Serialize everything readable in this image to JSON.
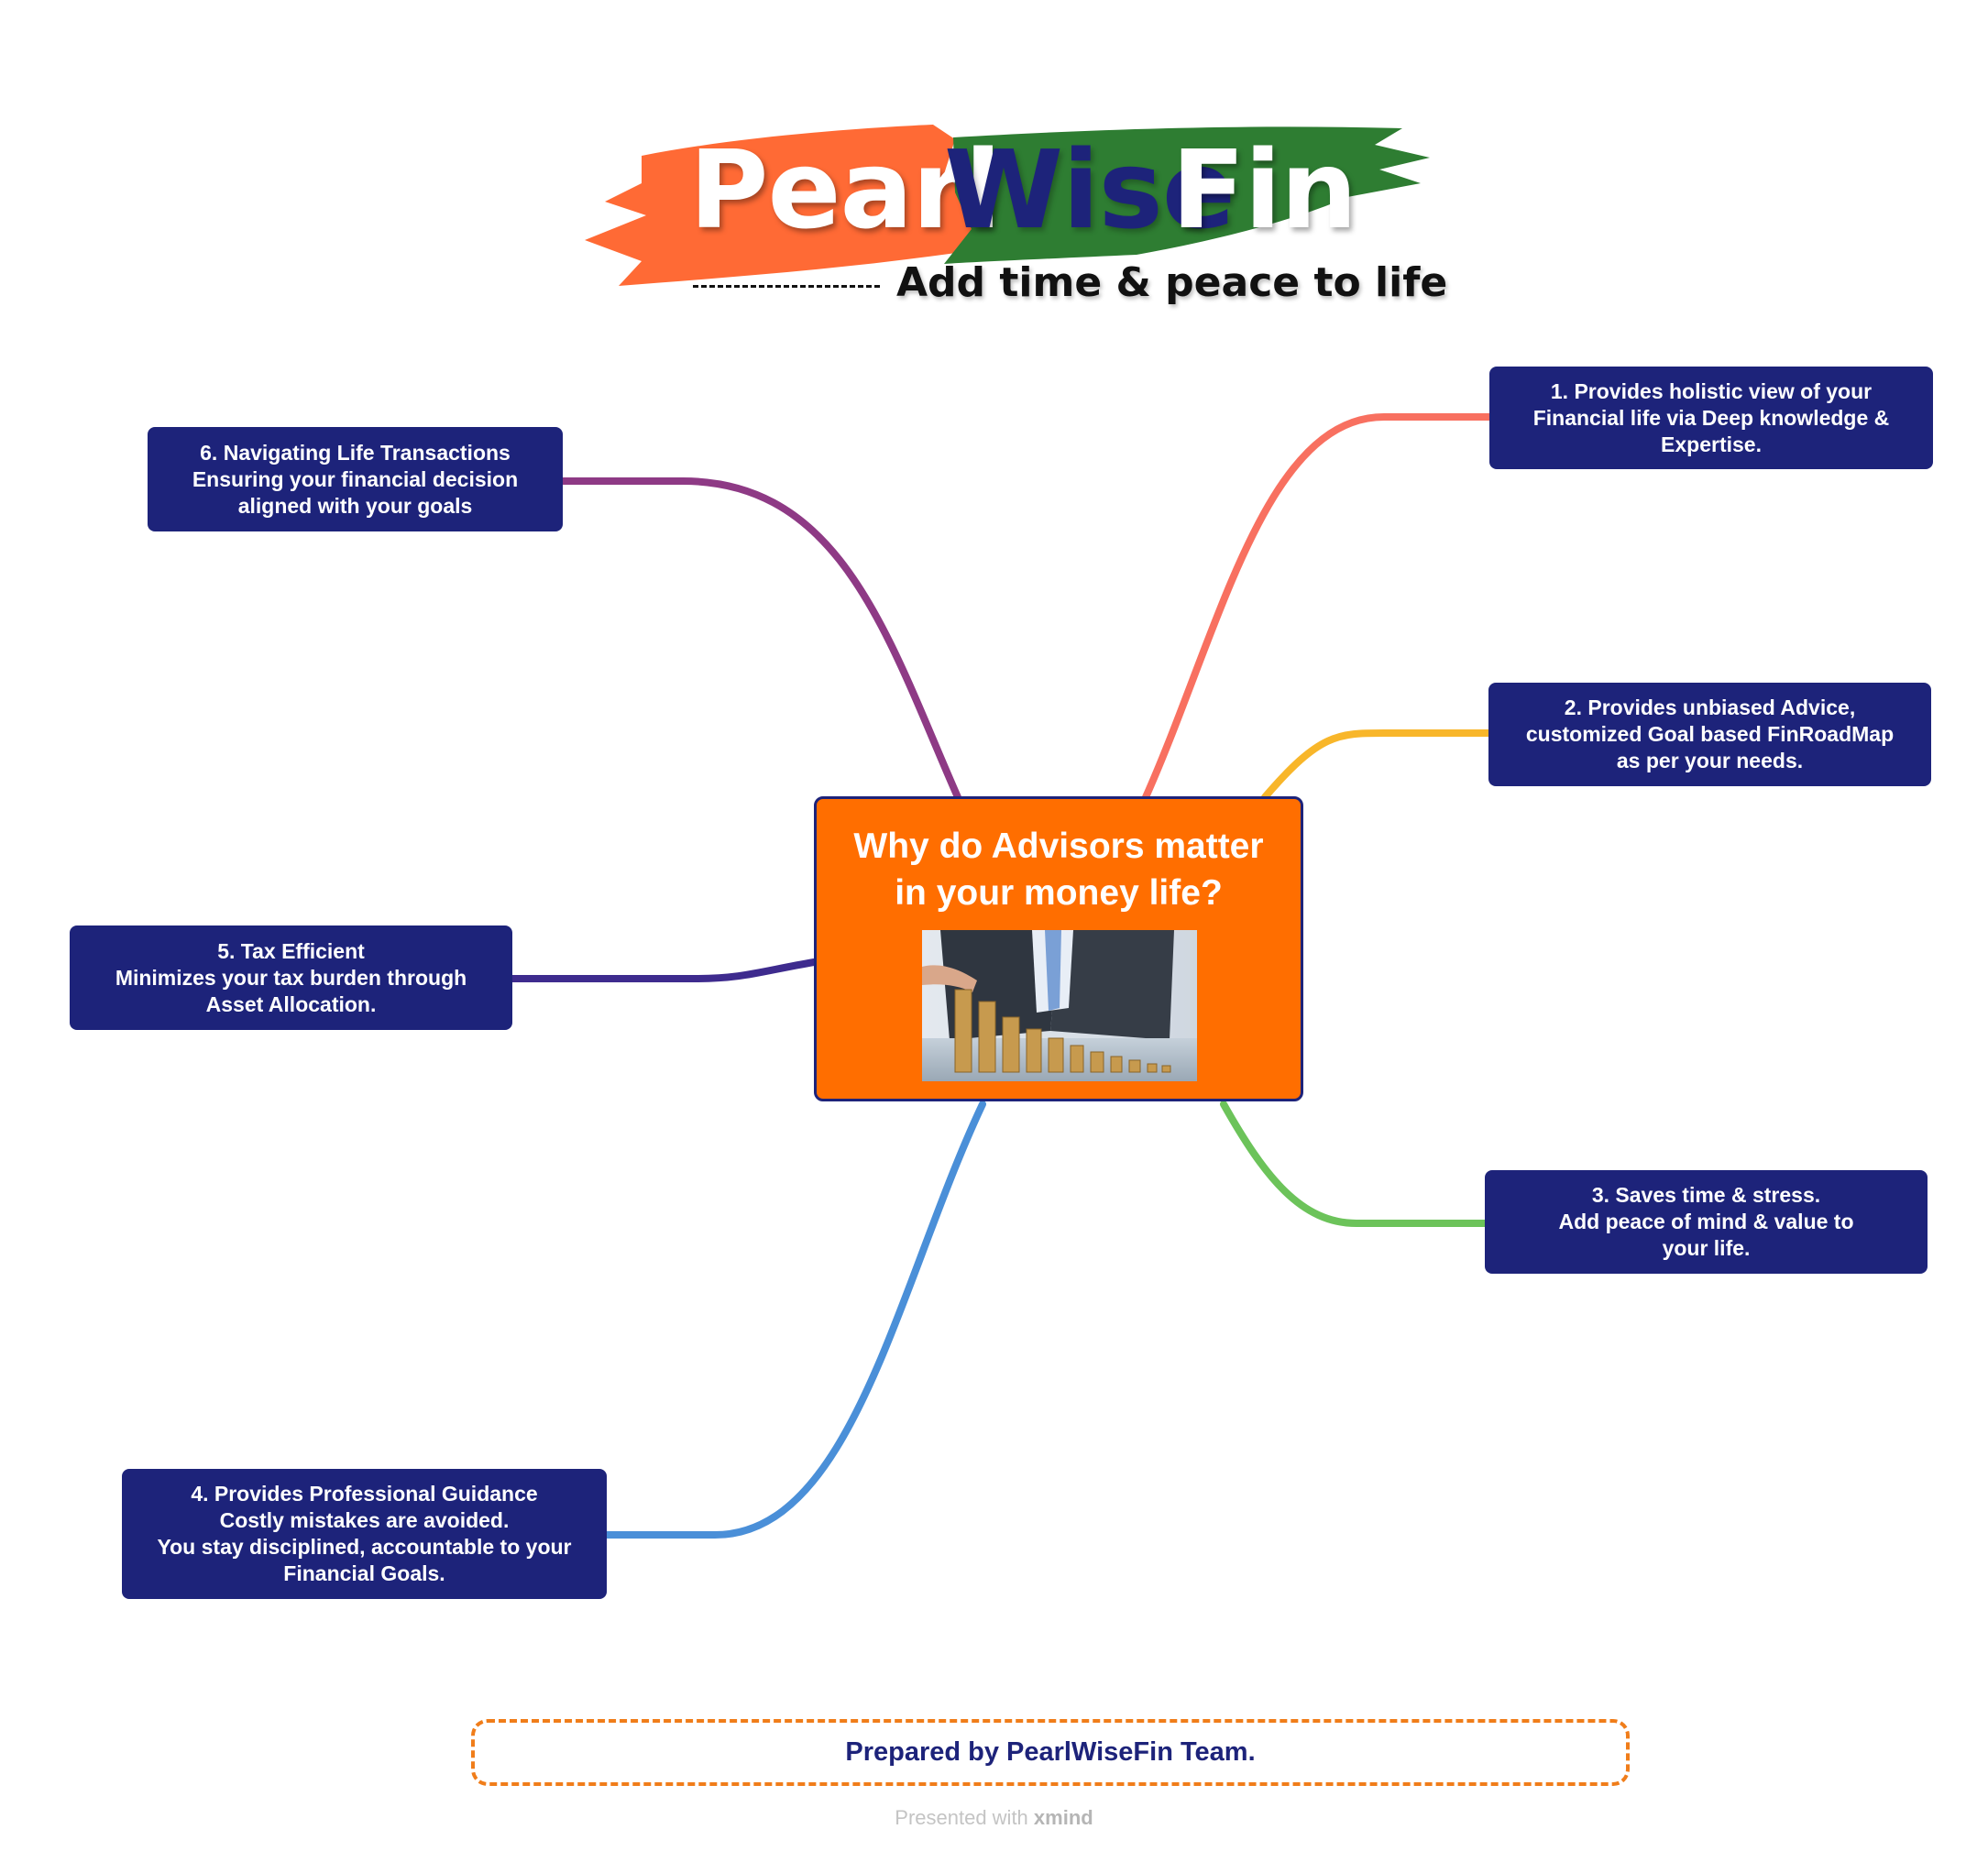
{
  "brand": {
    "word1": "Pearl",
    "word2": "Wise",
    "word3": "Fin",
    "tagline_dashes": "--------------",
    "tagline": "Add time & peace to life",
    "colors": {
      "orange": "#ff6a35",
      "navy": "#1d237a",
      "green": "#2e7d32"
    }
  },
  "central_topic": {
    "title_lines": [
      "Why do Advisors matter",
      "in your money life?"
    ],
    "image": "businessman-stacking-coins-photo",
    "fill_color": "#ff6e00"
  },
  "topics": [
    {
      "lines": [
        "1. Provides holistic view of your",
        "Financial life via Deep knowledge &",
        "Expertise."
      ],
      "branch_color": "#f87060"
    },
    {
      "lines": [
        "2. Provides unbiased Advice,",
        "customized Goal based FinRoadMap",
        "as per your needs."
      ],
      "branch_color": "#f8b62a"
    },
    {
      "lines": [
        "3. Saves time & stress.",
        "Add peace of mind & value to",
        "your life."
      ],
      "branch_color": "#6cc35a"
    },
    {
      "lines": [
        "4. Provides Professional Guidance",
        "Costly mistakes are avoided.",
        "You stay disciplined, accountable to your",
        "Financial Goals."
      ],
      "branch_color": "#4a8fd8"
    },
    {
      "lines": [
        "5. Tax Efficient",
        "Minimizes your tax burden through",
        "Asset Allocation."
      ],
      "branch_color": "#3e2b8e"
    },
    {
      "lines": [
        "6. Navigating Life Transactions",
        "Ensuring your financial decision",
        "aligned with your goals"
      ],
      "branch_color": "#8e3a85"
    }
  ],
  "topic_fill_color": "#1d237a",
  "footer": {
    "text": "Prepared by PearlWiseFin Team."
  },
  "credit": {
    "prefix": "Presented with",
    "brand": "xmind"
  }
}
